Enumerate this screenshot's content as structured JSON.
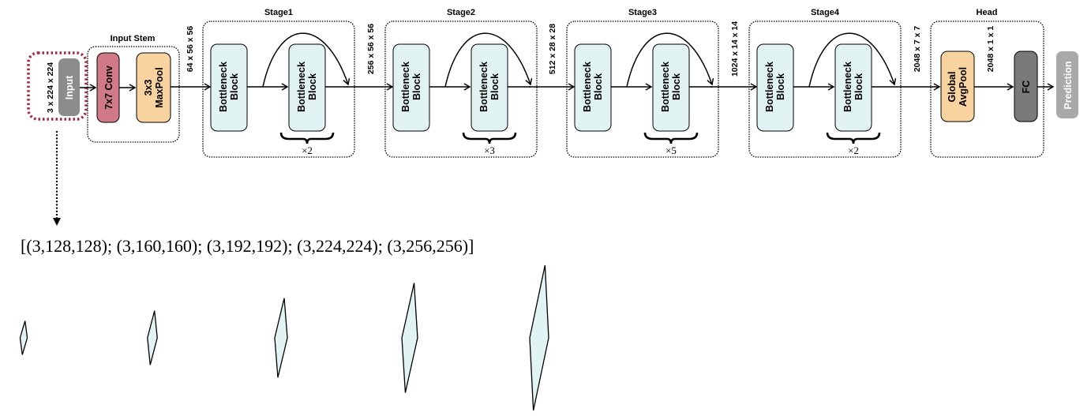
{
  "title": "ResNet-50 multi-resolution input diagram",
  "input": {
    "label": "Input",
    "dims": "3 x 224 x 224",
    "color": "#8c8c8c",
    "highlight_color": "#a3283c"
  },
  "stem": {
    "title": "Input Stem",
    "conv": {
      "label": "7x7 Conv",
      "color": "#cf7a86"
    },
    "pool": {
      "label_line1": "3x3",
      "label_line2": "MaxPool",
      "color": "#f8d3a0"
    },
    "out_dims": "64 x 56 x 56"
  },
  "stages": [
    {
      "title": "Stage1",
      "block_line1": "Bottleneck",
      "block_line2": "Block",
      "repeat": "×2",
      "out_dims": "256 x 56 x 56"
    },
    {
      "title": "Stage2",
      "block_line1": "Bottleneck",
      "block_line2": "Block",
      "repeat": "×3",
      "out_dims": "512 x 28 x 28"
    },
    {
      "title": "Stage3",
      "block_line1": "Bottleneck",
      "block_line2": "Block",
      "repeat": "×5",
      "out_dims": "1024 x 14 x 14"
    },
    {
      "title": "Stage4",
      "block_line1": "Bottleneck",
      "block_line2": "Block",
      "repeat": "×2",
      "out_dims": "2048 x 7 x 7"
    }
  ],
  "block_color": "#e2f3f3",
  "head": {
    "title": "Head",
    "pool": {
      "label_line1": "Global",
      "label_line2": "AvgPool",
      "color": "#f8d3a0"
    },
    "mid_dims": "2048 x 1 x 1",
    "fc": {
      "label": "FC",
      "color": "#7a7a7a"
    },
    "prediction": {
      "label": "Prediction",
      "color": "#a9a9a9"
    }
  },
  "resolutions_text": "[(3,128,128); (3,160,160); (3,192,192); (3,224,224); (3,256,256)]",
  "resolutions": [
    128,
    160,
    192,
    224,
    256
  ],
  "diamond_color": "#e2f3f3"
}
